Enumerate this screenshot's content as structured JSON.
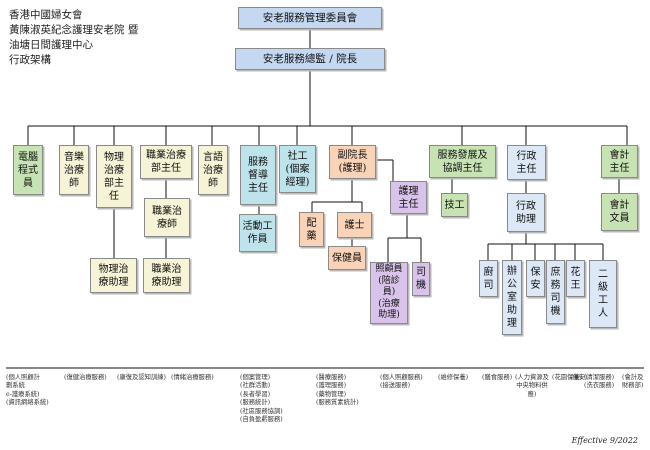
{
  "header": {
    "lines": [
      "香港中國婦女會",
      "黃陳淑英紀念護理安老院 暨",
      "油塘日間護理中心",
      "行政架構"
    ]
  },
  "colors": {
    "blue": "#c5d8f1",
    "blue_light": "#dde8f6",
    "green": "#c7e2b3",
    "teal": "#bfe3ea",
    "cream": "#f6f3d6",
    "orange": "#f9d3b8",
    "purple": "#d9c3ea"
  },
  "boxes": {
    "committee": "安老服務管理委員會",
    "director": "安老服務總監 / 院長",
    "electrician": "電腦\n程式\n員",
    "music_therapist": "音樂\n治療\n師",
    "pt_head": "物理\n治療\n部主\n任",
    "ot_head": "職業治療\n部主任",
    "speech_therapist": "言語\n治療\n師",
    "service_supervisor": "服務\n督導\n主任",
    "social_worker": "社工\n(個案\n經理)",
    "vice_director": "副院長\n(護理)",
    "nursing_head": "護理\n主任",
    "dev_officer": "服務發展及\n協調主任",
    "admin_officer": "行政\n主任",
    "accountant": "會計\n主任",
    "ot": "職業治\n療師",
    "activity_worker": "活動工\n作員",
    "pharmacy": "配\n藥",
    "nurse": "護士",
    "technician": "技工",
    "admin_assistant": "行政\n助理",
    "accounting_clerk": "會計\n文員",
    "health_worker": "保健員",
    "pt_assistant": "物理治\n療助理",
    "ot_assistant": "職業治\n療助理",
    "care_worker": "照顧員\n(陪診員)\n(治療\n助理)",
    "driver": "司\n機",
    "cook": "廚\n司",
    "office_assistant": "辦\n公\n室\n助\n理",
    "security": "保\n安",
    "domestic_driver": "庶\n務\n司\n機",
    "gardener": "花\n王",
    "general_worker": "二\n級\n工\n人"
  },
  "footer": {
    "col1": "(個人照顧計\n劃系統\ne-護療系統)\n(資訊網絡系統)",
    "col2": "(復健治療服務)",
    "col3": "(康復及認知訓練)",
    "col4": "(情緒治療服務)",
    "col5": "(個案管理)\n(社群活動)\n(長者學習)\n(服務統計)\n(社區服務協調)\n(自負盈虧服務)",
    "col6": "(醫療服務)\n(護理服務)\n(藥物管理)\n(服務質素統計)",
    "col7": "(個人照顧服務)\n(接送服務)",
    "col8": "(維修保養)",
    "col9": "(膳食服務)",
    "col10": "(人力資源及\n中央物料供\n應)",
    "col11": "(花園保養)",
    "col12": "(保安)",
    "col13": "(清潔服務)\n(洗衣服務)",
    "col14": "(會計及\n財務部)"
  },
  "effective": "Effective 9/2022"
}
